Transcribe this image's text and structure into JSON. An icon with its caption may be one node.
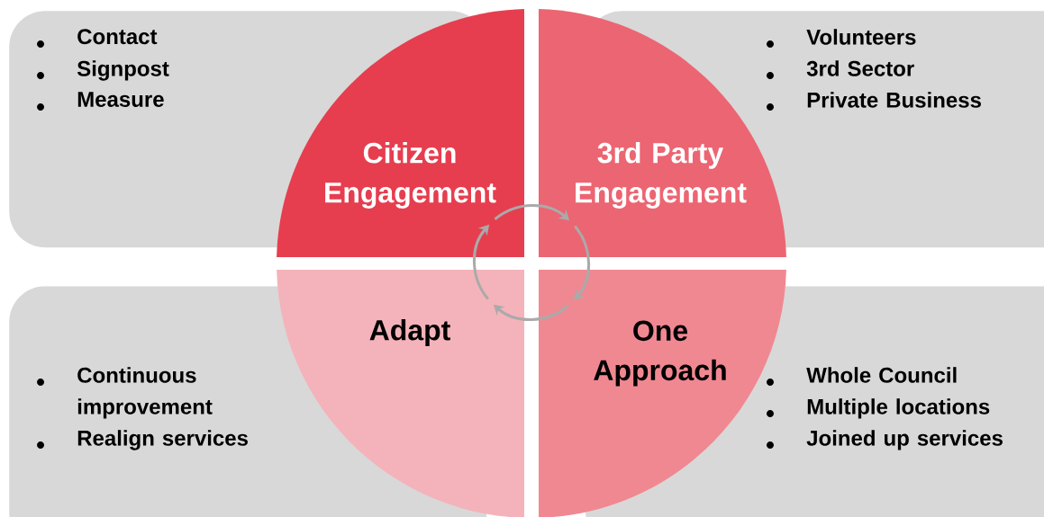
{
  "diagram": {
    "nodes": [
      {
        "text": [
          "Contact",
          "Signpost",
          "Measure"
        ]
      },
      {
        "text": [
          "Citizen Engagement"
        ]
      },
      {
        "text": [
          "3rd Party Engagement"
        ]
      },
      {
        "text": [
          "Volunteers",
          "3rd Sector",
          "Private Business"
        ]
      },
      {
        "text": [
          "Continuous improvement",
          "Realign services"
        ]
      },
      {
        "text": [
          "Adapt"
        ]
      },
      {
        "text": [
          "One Approach"
        ]
      },
      {
        "text": [
          "Whole Council",
          "Multiple locations",
          "Joined up services"
        ]
      }
    ],
    "edges": [
      {
        "from": 1,
        "to": 2,
        "arrow": "to"
      },
      {
        "from": 2,
        "to": 6,
        "arrow": "to"
      },
      {
        "from": 6,
        "to": 5,
        "arrow": "to"
      },
      {
        "from": 5,
        "to": 1,
        "arrow": "to"
      }
    ]
  }
}
